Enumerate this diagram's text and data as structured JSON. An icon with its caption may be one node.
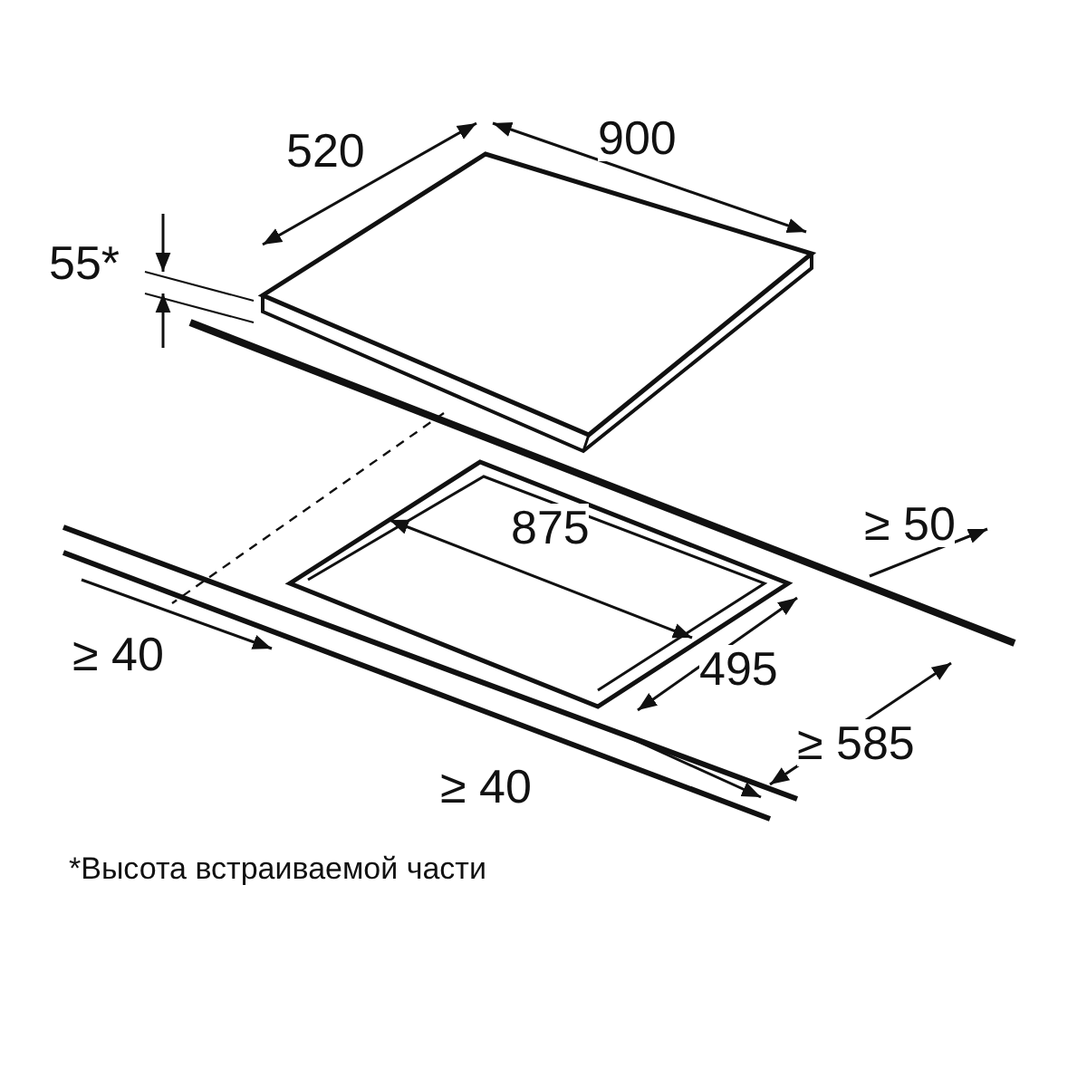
{
  "diagram": {
    "caption": "*Высота встраиваемой части",
    "labels": [
      "520",
      "900",
      "55*",
      "≥ 50",
      "875",
      "495",
      "≥ 40",
      "≥ 585",
      "≥ 40"
    ]
  }
}
